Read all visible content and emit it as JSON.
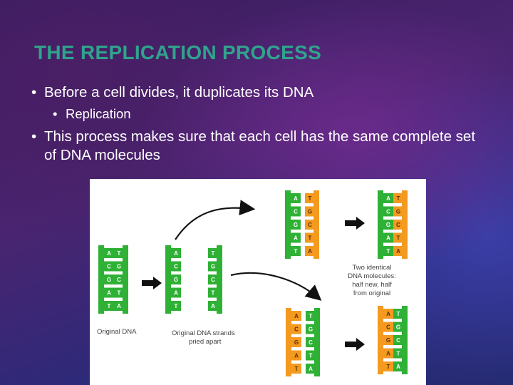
{
  "slide": {
    "title": "THE REPLICATION PROCESS",
    "bullets": [
      {
        "text": "Before a cell divides, it duplicates its DNA",
        "level": 1
      },
      {
        "text": "Replication",
        "level": 2
      },
      {
        "text": "This process makes sure that each cell has the same complete set of DNA molecules",
        "level": 1
      }
    ]
  },
  "figure": {
    "captions": {
      "original": "Original DNA",
      "pried_line1": "Original DNA strands",
      "pried_line2": "pried apart",
      "result_line1": "Two identical",
      "result_line2": "DNA molecules:",
      "result_line3": "half new, half",
      "result_line4": "from original"
    },
    "pairs": [
      [
        "A",
        "T"
      ],
      [
        "C",
        "G"
      ],
      [
        "G",
        "C"
      ],
      [
        "A",
        "T"
      ],
      [
        "T",
        "A"
      ]
    ],
    "colors": {
      "original_strand": "#2eb135",
      "new_strand": "#f39a1f",
      "arrow": "#111111",
      "title": "#2fa38c"
    }
  }
}
